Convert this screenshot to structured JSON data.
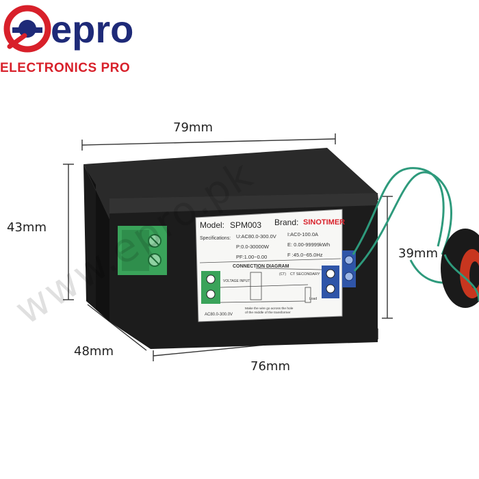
{
  "brand": {
    "logo_text": "epro",
    "subtitle": "ELECTRONICS PRO",
    "colors": {
      "accent": "#d8202a",
      "navy": "#1e2a78"
    }
  },
  "dimensions": {
    "width_top": "79mm",
    "height_left": "43mm",
    "height_right": "39mm",
    "depth": "48mm",
    "width_bottom": "76mm"
  },
  "label": {
    "model_label": "Model:",
    "model_value": "SPM003",
    "brand_label": "Brand:",
    "brand_value": "SINOTIMER",
    "specs_label": "Specifications:",
    "spec_u": "U:AC80.0-300.0V",
    "spec_i": "I:AC0-100.0A",
    "spec_p": "P:0.0-30000W",
    "spec_e": "E: 0.00-99999kWh",
    "spec_pf": "PF:1.00~0.00",
    "spec_f": "F :45.0~65.0Hz",
    "diagram_title": "CONNECTION DIAGRAM",
    "voltage_input": "VOLTAGE INPUT",
    "ct_tag": "(CT)",
    "ct_secondary": "CT SECONDARY",
    "ac_range": "AC80.0-300.0V",
    "note_line1": "Make the wire go across the hole",
    "note_line2": "of the middle of the transformer",
    "load": "Load"
  },
  "watermark": "www.epro.pk"
}
